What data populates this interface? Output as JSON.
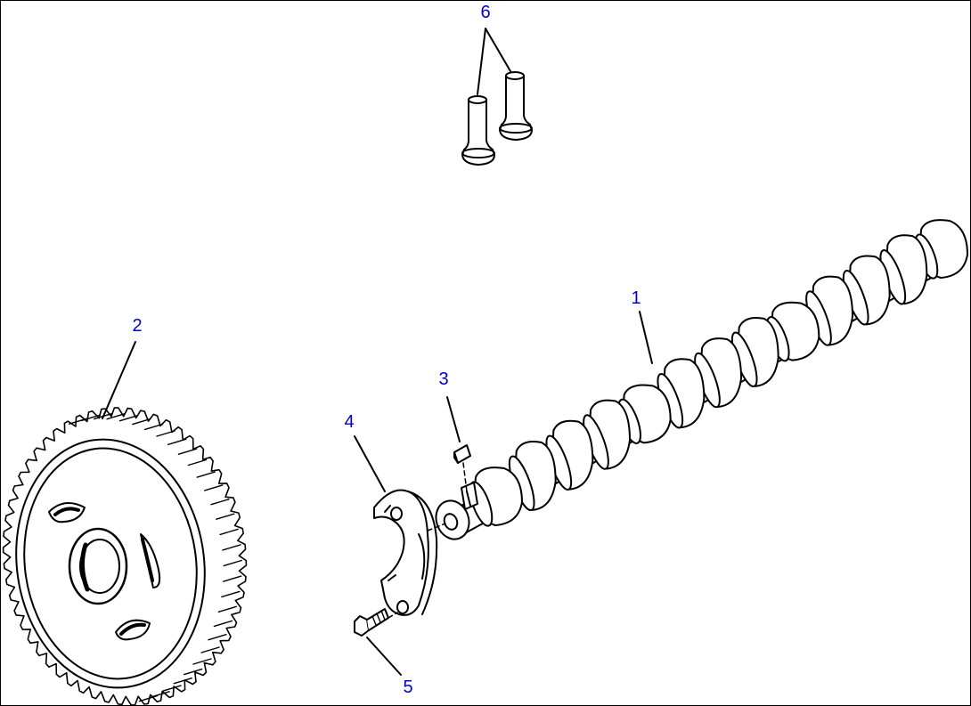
{
  "diagram": {
    "colors": {
      "callout_text": "#0000cc",
      "line": "#000000",
      "background": "#ffffff"
    },
    "callouts": [
      {
        "id": "1",
        "label": "1"
      },
      {
        "id": "2",
        "label": "2"
      },
      {
        "id": "3",
        "label": "3"
      },
      {
        "id": "4",
        "label": "4"
      },
      {
        "id": "5",
        "label": "5"
      },
      {
        "id": "6",
        "label": "6"
      }
    ],
    "parts": [
      {
        "callout": "1",
        "depicts": "camshaft"
      },
      {
        "callout": "2",
        "depicts": "helical-gear"
      },
      {
        "callout": "3",
        "depicts": "key"
      },
      {
        "callout": "4",
        "depicts": "thrust-plate"
      },
      {
        "callout": "5",
        "depicts": "bolt"
      },
      {
        "callout": "6",
        "depicts": "tappets"
      }
    ]
  }
}
